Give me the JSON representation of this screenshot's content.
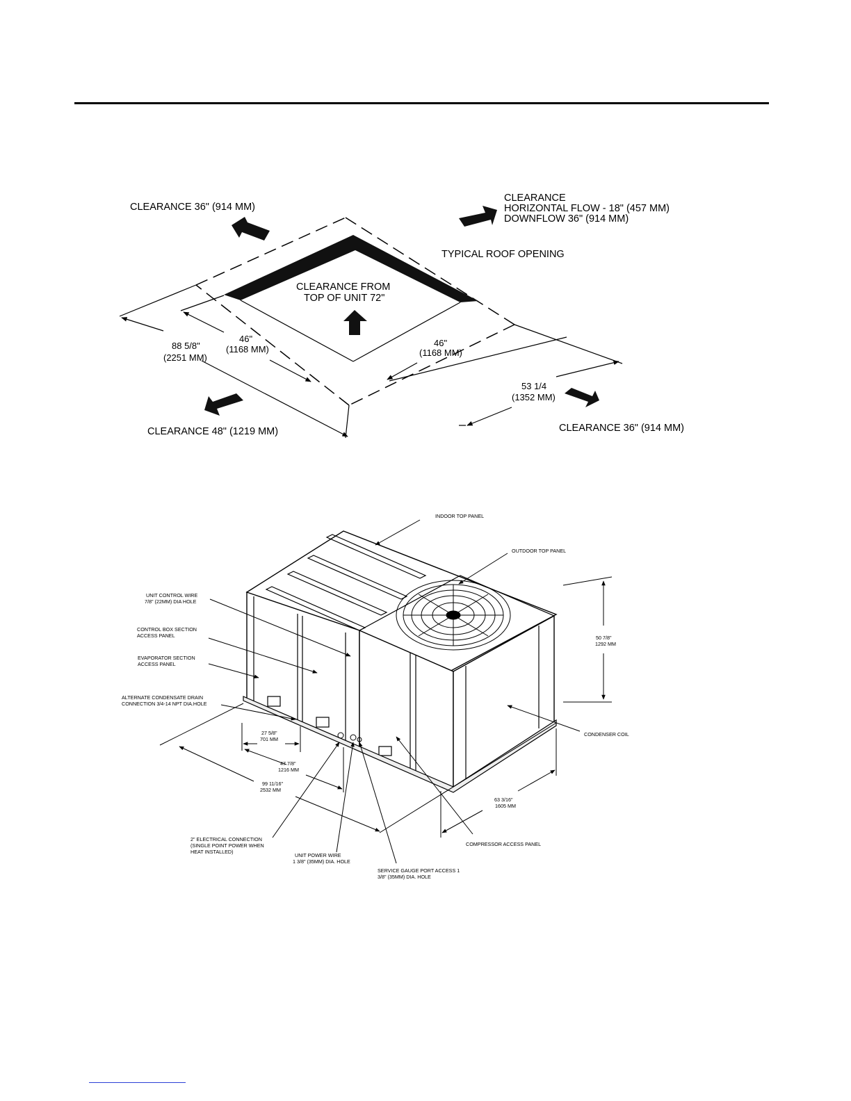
{
  "figure_top": {
    "labels": {
      "clearance_left_top": "CLEARANCE 36\" (914 MM)",
      "clearance_right_top_1": "CLEARANCE",
      "clearance_right_top_2": "HORIZONTAL FLOW - 18\" (457 MM)",
      "clearance_right_top_3": "DOWNFLOW 36\" (914 MM)",
      "typical_roof_opening": "TYPICAL ROOF OPENING",
      "clearance_top_1": "CLEARANCE FROM",
      "clearance_top_2": "TOP OF UNIT  72\"",
      "dim_left_a_1": "88 5/8\"",
      "dim_left_a_2": "(2251 MM)",
      "dim_left_b_1": "46\"",
      "dim_left_b_2": "(1168 MM)",
      "dim_right_b_1": "46\"",
      "dim_right_b_2": "(1168 MM)",
      "dim_right_a_1": "53 1/4",
      "dim_right_a_2": "(1352 MM)",
      "clearance_left_bottom": "CLEARANCE 48\" (1219 MM)",
      "clearance_right_bottom": "CLEARANCE 36\" (914 MM)"
    }
  },
  "figure_bottom": {
    "labels": {
      "indoor_top_panel": "INDOOR TOP PANEL",
      "outdoor_top_panel": "OUTDOOR TOP PANEL",
      "unit_control_wire_1": "UNIT CONTROL WIRE",
      "unit_control_wire_2": "7/8\" (22MM) DIA HOLE",
      "control_box_1": "CONTROL BOX SECTION",
      "control_box_2": "ACCESS PANEL",
      "evaporator_1": "EVAPORATOR SECTION",
      "evaporator_2": "ACCESS PANEL",
      "alt_drain_1": "ALTERNATE CONDENSATE DRAIN",
      "alt_drain_2": "CONNECTION 3/4-14 NPT DIA.HOLE",
      "height_1": "50 7/8\"",
      "height_2": "1292 MM",
      "condenser_coil": "CONDENSER COIL",
      "dim_275_1": "27 5/8\"",
      "dim_275_2": "701 MM",
      "dim_478_1": "47 7/8\"",
      "dim_478_2": "1216 MM",
      "dim_99_1": "99 11/16\"",
      "dim_99_2": "2532 MM",
      "dim_63_1": "63 3/16\"",
      "dim_63_2": "1605 MM",
      "compressor_panel": "COMPRESSOR ACCESS PANEL",
      "electrical_1": "2\" ELECTRICAL CONNECTION",
      "electrical_2": "(SINGLE POINT POWER WHEN",
      "electrical_3": "HEAT INSTALLED)",
      "power_wire_1": "UNIT POWER WIRE",
      "power_wire_2": "1 3/8\" (35MM) DIA. HOLE",
      "gauge_port_1": "SERVICE GAUGE PORT ACCESS 1",
      "gauge_port_2": "3/8\" (35MM) DIA. HOLE"
    }
  }
}
